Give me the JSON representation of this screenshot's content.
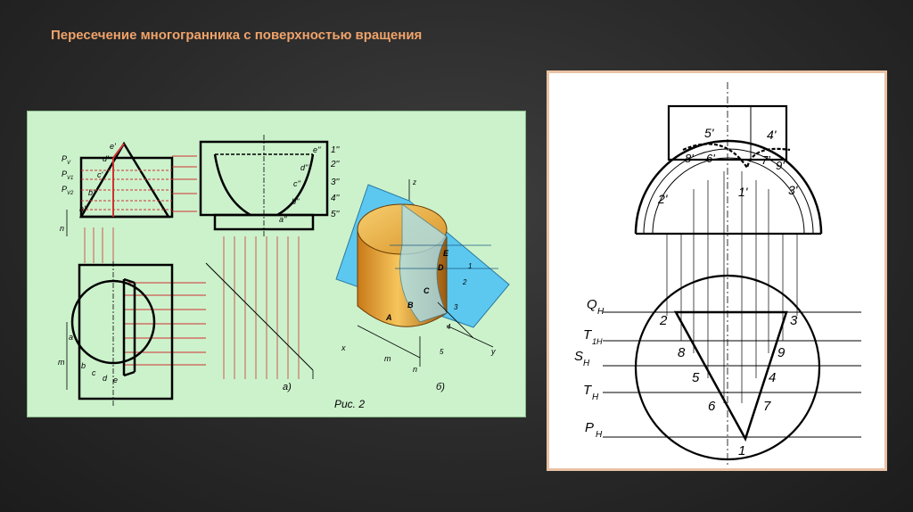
{
  "slide": {
    "title": "Пересечение многогранника с поверхностью вращения"
  },
  "figure_left": {
    "caption": "Рис. 2",
    "sub_a": "а)",
    "sub_b": "б)",
    "top_left_labels": [
      "P",
      "P",
      "P",
      "n"
    ],
    "top_left_subs": [
      "V",
      "V1",
      "V2"
    ],
    "front_points": [
      "e'",
      "d'",
      "c'",
      "b'",
      "a'"
    ],
    "side_points": [
      "e''",
      "d''",
      "c''",
      "b''",
      "a''"
    ],
    "right_numbers": [
      "1''",
      "2''",
      "3''",
      "4''",
      "5''"
    ],
    "bottom_points": [
      "b",
      "c",
      "d",
      "e"
    ],
    "plan_labels": [
      "a",
      "m"
    ],
    "iso_points": [
      "E",
      "D",
      "C",
      "B",
      "A"
    ],
    "iso_numbers": [
      "1",
      "2",
      "3",
      "4",
      "5"
    ],
    "iso_axes": [
      "z",
      "x",
      "y"
    ],
    "iso_dims": [
      "m",
      "n"
    ]
  },
  "figure_right": {
    "plane_labels": [
      "Q",
      "T",
      "S",
      "T",
      "P"
    ],
    "plane_subs": [
      "H",
      "1H",
      "H",
      "H",
      "H"
    ],
    "plan_points": [
      "2",
      "3",
      "8",
      "9",
      "5",
      "4",
      "6",
      "7",
      "1"
    ],
    "front_points": [
      "5'",
      "4'",
      "8'",
      "6'",
      "7'",
      "9'",
      "2'",
      "3'",
      "1'"
    ]
  }
}
